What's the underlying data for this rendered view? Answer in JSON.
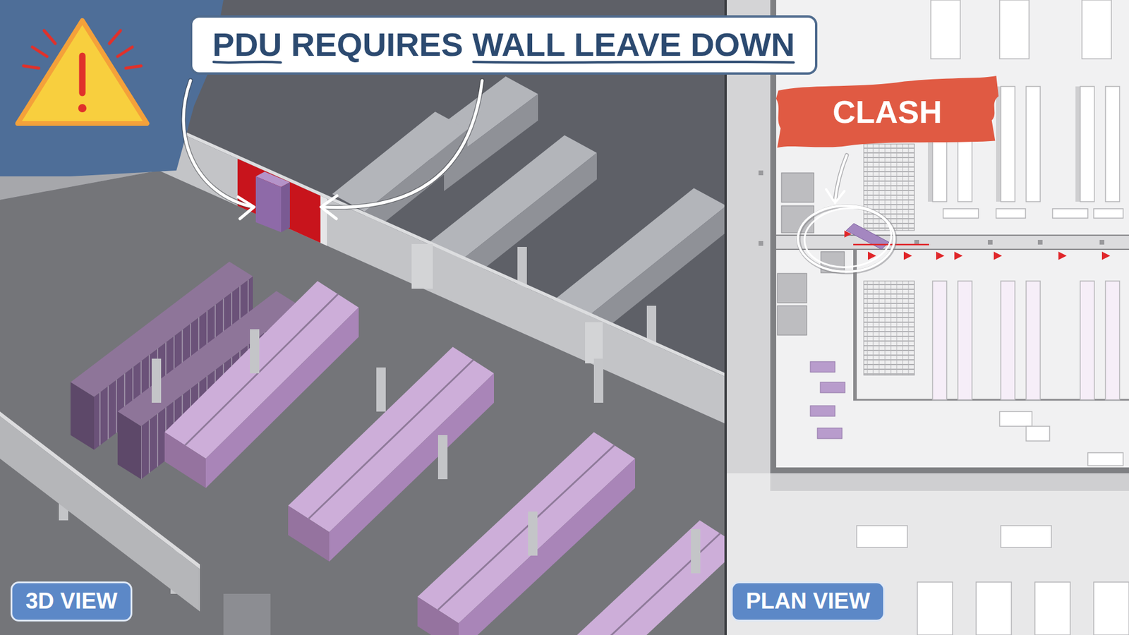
{
  "diagram": {
    "nodes": [
      {
        "text": [
          "PDU REQUIRES WALL LEAVE DOWN"
        ]
      },
      {
        "text": [
          "CLASH"
        ]
      },
      {
        "text": [
          "3D VIEW"
        ]
      },
      {
        "text": [
          "PLAN VIEW"
        ]
      }
    ]
  }
}
